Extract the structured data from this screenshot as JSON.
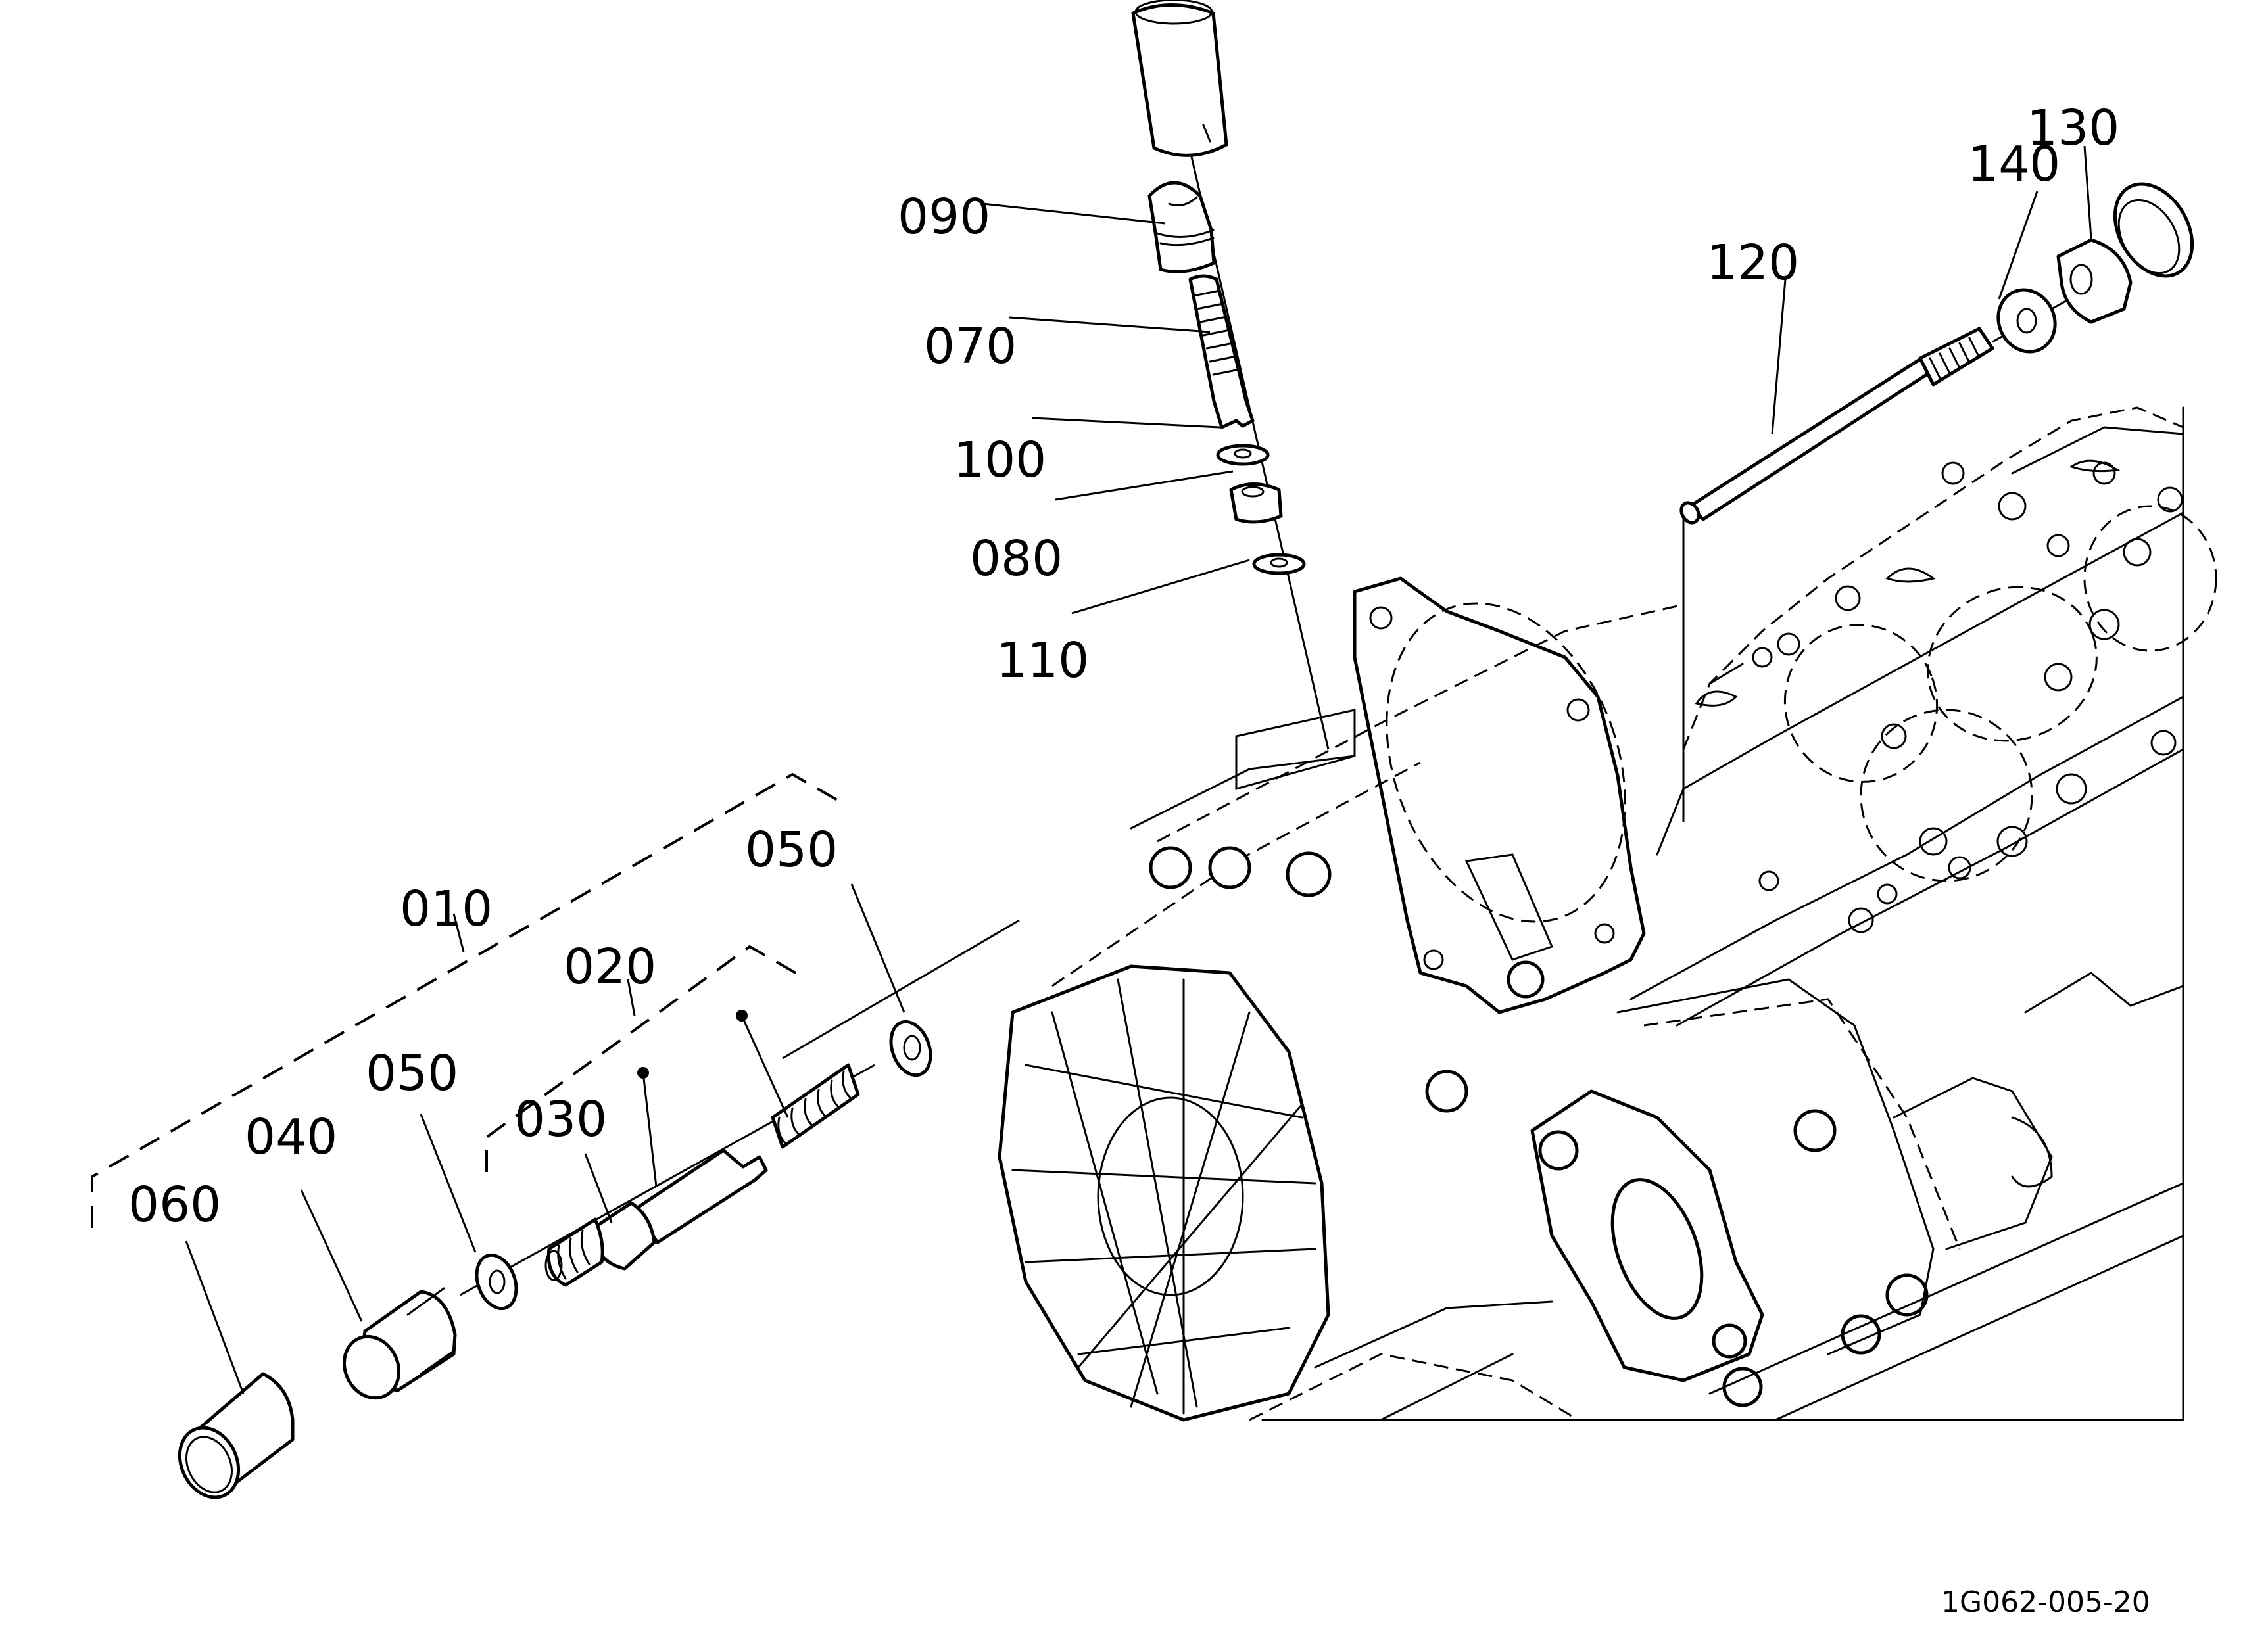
{
  "diagram": {
    "drawing_code": "1G062-005-20",
    "callouts": {
      "c010": "010",
      "c020": "020",
      "c030": "030",
      "c040": "040",
      "c050_upper": "050",
      "c050_lower": "050",
      "c060": "060",
      "c070": "070",
      "c080": "080",
      "c090": "090",
      "c100": "100",
      "c110": "110",
      "c120": "120",
      "c130": "130",
      "c140": "140"
    },
    "colors": {
      "line": "#000000",
      "background": "#ffffff"
    }
  }
}
